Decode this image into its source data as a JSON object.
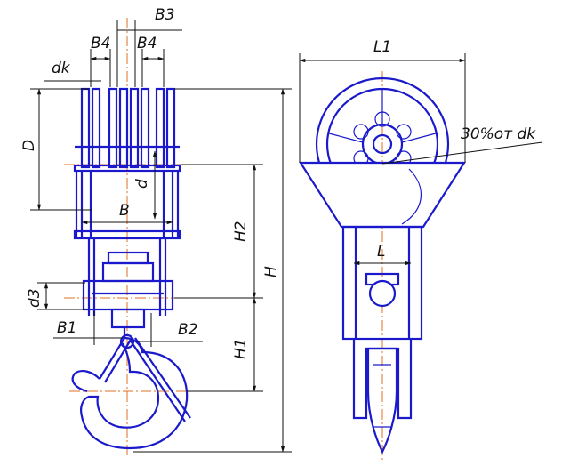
{
  "labels": {
    "B3": "B3",
    "B4_left": "B4",
    "B4_right": "B4",
    "dk": "dk",
    "D": "D",
    "d": "d",
    "B": "B",
    "H2": "H2",
    "H": "H",
    "d3": "d3",
    "B1": "B1",
    "B2": "B2",
    "H1": "H1",
    "L1": "L1",
    "L": "L",
    "note": "30%от dk"
  },
  "colors": {
    "part_outline": "#1a1acc",
    "center_line": "#e07020",
    "dimension": "#111111"
  }
}
